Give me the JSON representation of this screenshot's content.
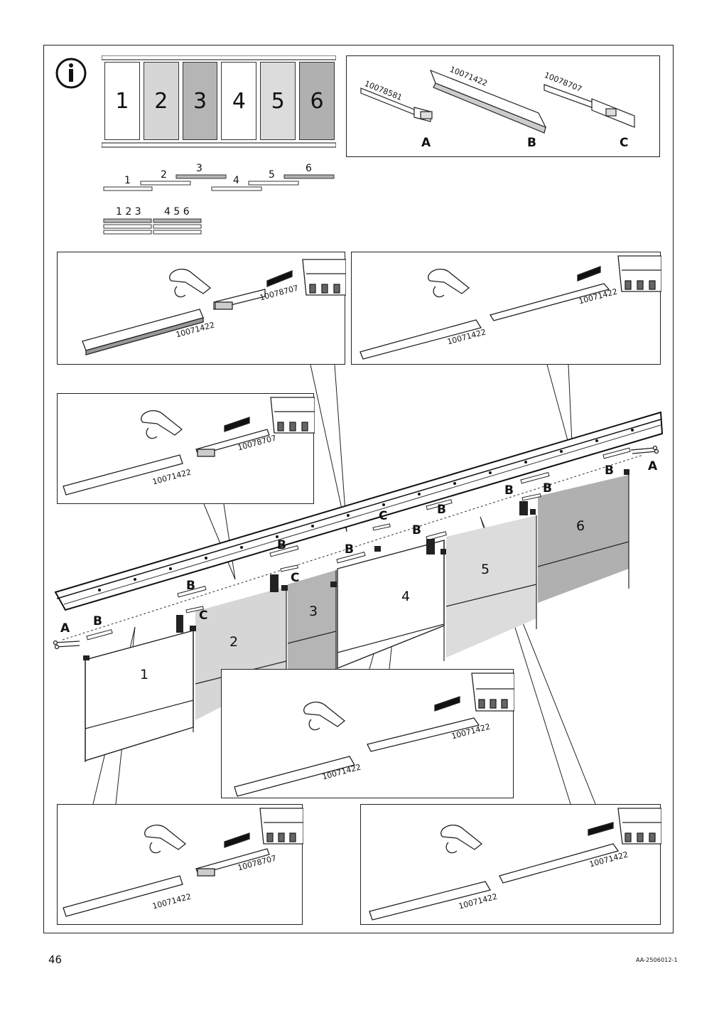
{
  "footer": {
    "page_number": "46",
    "doc_code": "AA-2506012-1"
  },
  "info_icon": "info-icon",
  "panels_top": [
    "1",
    "2",
    "3",
    "4",
    "5",
    "6"
  ],
  "panel_colors": [
    "#ffffff",
    "#d6d6d6",
    "#b5b5b5",
    "#ffffff",
    "#dcdcdc",
    "#b0b0b0"
  ],
  "track_labels": [
    "1",
    "2",
    "3",
    "4",
    "5",
    "6"
  ],
  "track_groups": [
    "1 2 3",
    "4 5 6"
  ],
  "parts": [
    {
      "letter": "A",
      "code": "10078581"
    },
    {
      "letter": "B",
      "code": "10071422"
    },
    {
      "letter": "C",
      "code": "10078707"
    }
  ],
  "detail_boxes": {
    "top_left": {
      "code_a": "10078707",
      "code_b": "10071422"
    },
    "top_right": {
      "code_a": "10071422",
      "code_b": "10071422"
    },
    "mid_left": {
      "code_a": "10078707",
      "code_b": "10071422"
    },
    "center": {
      "code_a": "10071422",
      "code_b": "10071422"
    },
    "bot_left": {
      "code_a": "10078707",
      "code_b": "10071422"
    },
    "bot_right": {
      "code_a": "10071422",
      "code_b": "10071422"
    }
  },
  "assembly": {
    "panel_numbers": [
      "1",
      "2",
      "3",
      "4",
      "5",
      "6"
    ],
    "letters": {
      "a_left": "A",
      "a_right": "A",
      "b1": "B",
      "b2": "B",
      "b3": "B",
      "b4": "B",
      "b5": "B",
      "b6": "B",
      "b7": "B",
      "b8": "B",
      "c1": "C",
      "c2": "C",
      "c3": "C"
    }
  }
}
